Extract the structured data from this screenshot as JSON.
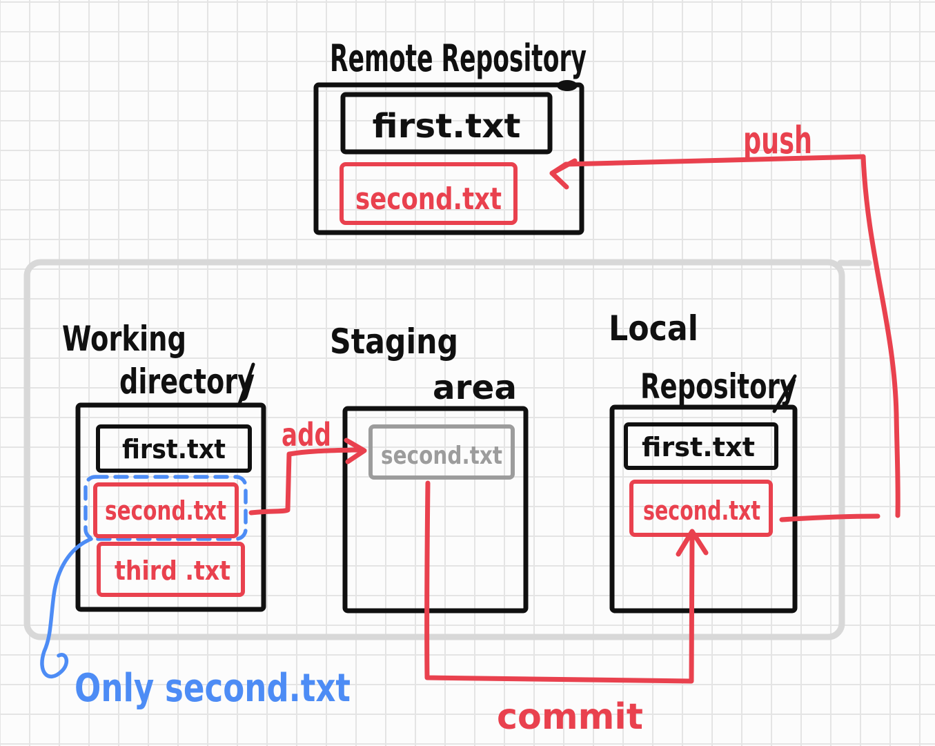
{
  "remote": {
    "title": "Remote Repository",
    "file1": "first.txt",
    "file2": "second.txt"
  },
  "working": {
    "title1": "Working",
    "title2": "directory",
    "file1": "first.txt",
    "file2": "second.txt",
    "file3": "third .txt"
  },
  "staging": {
    "title1": "Staging",
    "title2": "area",
    "file1": "second.txt"
  },
  "local": {
    "title1": "Local",
    "title2": "Repository",
    "file1": "first.txt",
    "file2": "second.txt"
  },
  "arrows": {
    "add": "add",
    "commit": "commit",
    "push": "push"
  },
  "note": {
    "text": "Only second.txt"
  },
  "colors": {
    "ink": "#101010",
    "red": "#e9414e",
    "blue": "#4d8cf5",
    "gray_file": "#9c9c9c",
    "container_gray": "#d8d8d8",
    "grid": "#e4e4e4",
    "background": "#fcfcfc"
  }
}
